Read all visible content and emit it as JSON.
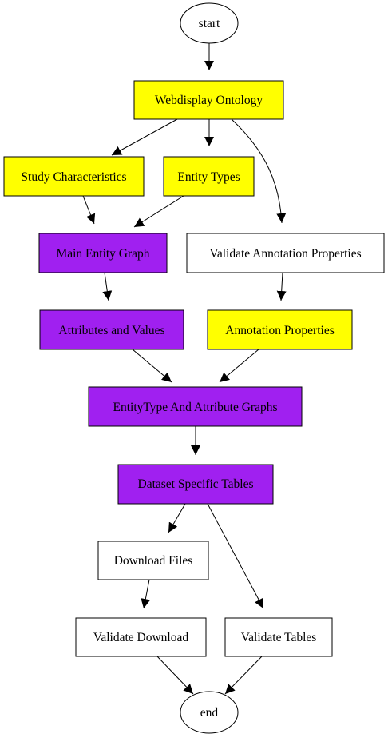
{
  "colors": {
    "yellow": "#ffff00",
    "purple": "#a020f0",
    "white": "#ffffff",
    "stroke": "#000000"
  },
  "nodes": {
    "start": {
      "label": "start"
    },
    "webdisplay_ontology": {
      "label": "Webdisplay Ontology"
    },
    "study_characteristics": {
      "label": "Study Characteristics"
    },
    "entity_types": {
      "label": "Entity Types"
    },
    "main_entity_graph": {
      "label": "Main Entity Graph"
    },
    "validate_annotation_properties": {
      "label": "Validate Annotation Properties"
    },
    "attributes_and_values": {
      "label": "Attributes and Values"
    },
    "annotation_properties": {
      "label": "Annotation Properties"
    },
    "entitytype_and_attribute_graphs": {
      "label": "EntityType And Attribute Graphs"
    },
    "dataset_specific_tables": {
      "label": "Dataset Specific Tables"
    },
    "download_files": {
      "label": "Download Files"
    },
    "validate_download": {
      "label": "Validate Download"
    },
    "validate_tables": {
      "label": "Validate Tables"
    },
    "end": {
      "label": "end"
    }
  },
  "edges": [
    [
      "start",
      "webdisplay_ontology"
    ],
    [
      "webdisplay_ontology",
      "study_characteristics"
    ],
    [
      "webdisplay_ontology",
      "entity_types"
    ],
    [
      "webdisplay_ontology",
      "validate_annotation_properties"
    ],
    [
      "study_characteristics",
      "main_entity_graph"
    ],
    [
      "entity_types",
      "main_entity_graph"
    ],
    [
      "main_entity_graph",
      "attributes_and_values"
    ],
    [
      "validate_annotation_properties",
      "annotation_properties"
    ],
    [
      "attributes_and_values",
      "entitytype_and_attribute_graphs"
    ],
    [
      "annotation_properties",
      "entitytype_and_attribute_graphs"
    ],
    [
      "entitytype_and_attribute_graphs",
      "dataset_specific_tables"
    ],
    [
      "dataset_specific_tables",
      "download_files"
    ],
    [
      "dataset_specific_tables",
      "validate_tables"
    ],
    [
      "download_files",
      "validate_download"
    ],
    [
      "validate_download",
      "end"
    ],
    [
      "validate_tables",
      "end"
    ]
  ]
}
